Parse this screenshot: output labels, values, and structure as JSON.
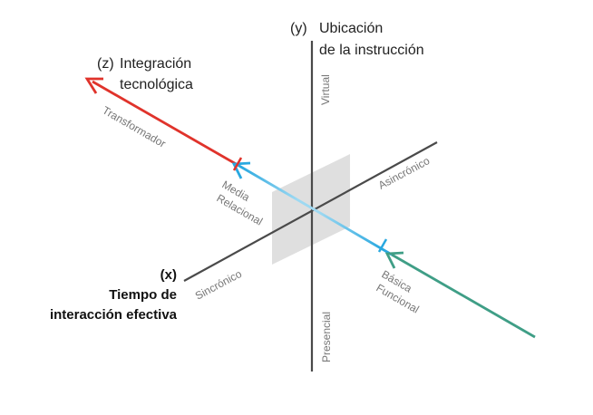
{
  "colors": {
    "axis": "#4a4a4a",
    "plane": "#d9d9d9",
    "z_axis_red": "#e0332b",
    "z_axis_blue": "#29a8e0",
    "z_axis_green": "#3f9e86",
    "label_gray": "#777777",
    "title_dark": "#222222"
  },
  "y_axis": {
    "marker": "(y)",
    "title_line1": "Ubicación",
    "title_line2": "de la instrucción",
    "top_label": "Virtual",
    "bottom_label": "Presencial"
  },
  "z_axis": {
    "marker": "(z)",
    "title_line1": "Integración",
    "title_line2": "tecnológica",
    "level_transformador": "Transformador",
    "level_media_line1": "Media",
    "level_media_line2": "Relacional",
    "level_basica_line1": "Básica",
    "level_basica_line2": "Funcional"
  },
  "x_axis": {
    "marker": "(x)",
    "title_line1": "Tiempo de",
    "title_line2": "interacción efectiva",
    "left_label": "Sincrónico",
    "right_label": "Asincrónico"
  }
}
